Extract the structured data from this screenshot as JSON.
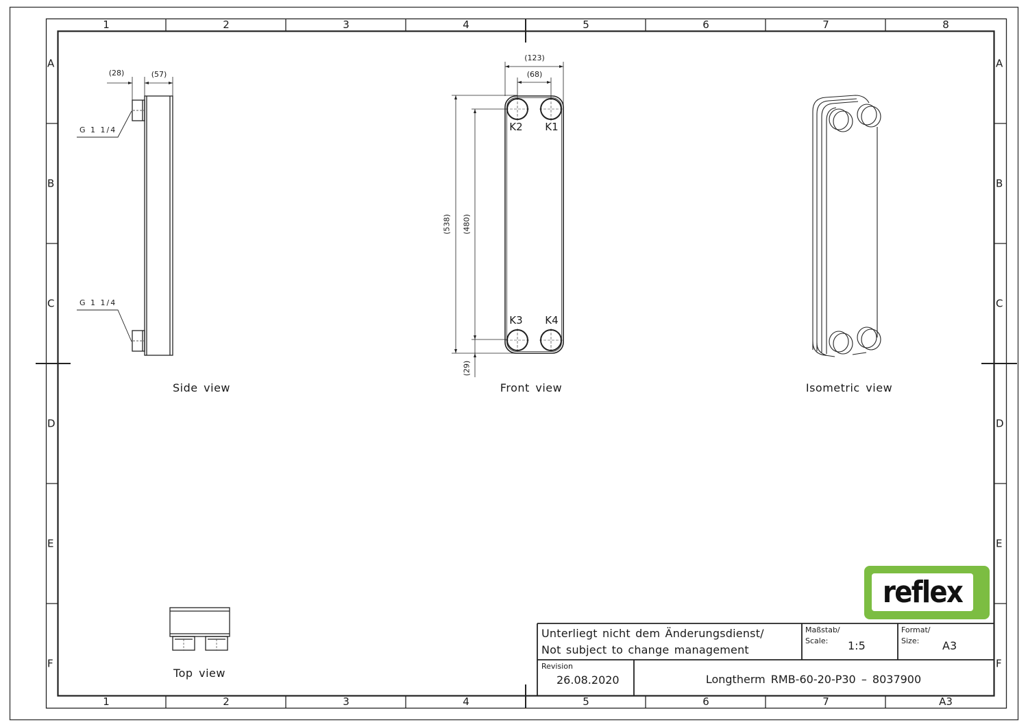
{
  "sheet": {
    "column_labels_top": [
      "1",
      "2",
      "3",
      "4",
      "5",
      "6",
      "7",
      "8"
    ],
    "column_labels_bottom": [
      "1",
      "2",
      "3",
      "4",
      "5",
      "6",
      "7",
      "A3"
    ],
    "row_labels": [
      "A",
      "B",
      "C",
      "D",
      "E",
      "F"
    ]
  },
  "side_view": {
    "label": "Side view",
    "dim_connection_length": "(28)",
    "dim_body_depth": "(57)",
    "thread_top": "G 1 1/4",
    "thread_bottom": "G 1 1/4"
  },
  "front_view": {
    "label": "Front view",
    "dim_overall_width": "(123)",
    "dim_port_spacing_h": "(68)",
    "dim_overall_height": "(538)",
    "dim_port_spacing_v": "(480)",
    "dim_port_offset": "(29)",
    "ports": [
      "K2",
      "K1",
      "K3",
      "K4"
    ]
  },
  "isometric_view": {
    "label": "Isometric view"
  },
  "top_view": {
    "label": "Top view"
  },
  "logo": {
    "text": "reflex",
    "brand_color": "#7cbd42"
  },
  "title_block": {
    "note_de": "Unterliegt nicht dem Änderungsdienst/",
    "note_en": "Not subject to change management",
    "scale_label_de": "Maßstab/",
    "scale_label_en": "Scale:",
    "scale_value": "1:5",
    "size_label_de": "Format/",
    "size_label_en": "Size:",
    "size_value": "A3",
    "revision_label": "Revision",
    "revision_date": "26.08.2020",
    "title": "Longtherm RMB-60-20-P30 – 8037900"
  }
}
